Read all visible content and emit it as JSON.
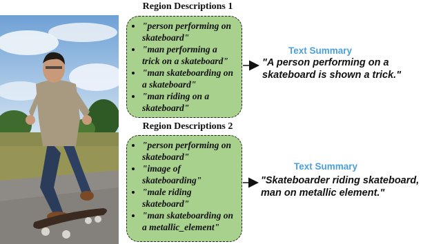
{
  "region_descriptions_1": {
    "title": "Region Descriptions 1",
    "items": [
      "\"person performing on skateboard\"",
      "\"man performing a trick on a skateboard\"",
      "\"man skateboarding on a skateboard\"",
      "\"man riding on a skateboard\""
    ]
  },
  "region_descriptions_2": {
    "title": "Region Descriptions 2",
    "items": [
      "\"person performing on skateboard\"",
      "\"image of skateboarding\"",
      "\"male riding skateboard\"",
      "\"man skateboarding on a metallic_element\""
    ]
  },
  "summary_1": {
    "title": "Text Summary",
    "text": "\"A person performing on a skateboard is shown a trick.\""
  },
  "summary_2": {
    "title": "Text Summary",
    "text": "\"Skateboarder riding skateboard, man on metallic element.\""
  },
  "colors": {
    "box_fill": "#a9d18e",
    "summary_title": "#4a9fdc"
  }
}
